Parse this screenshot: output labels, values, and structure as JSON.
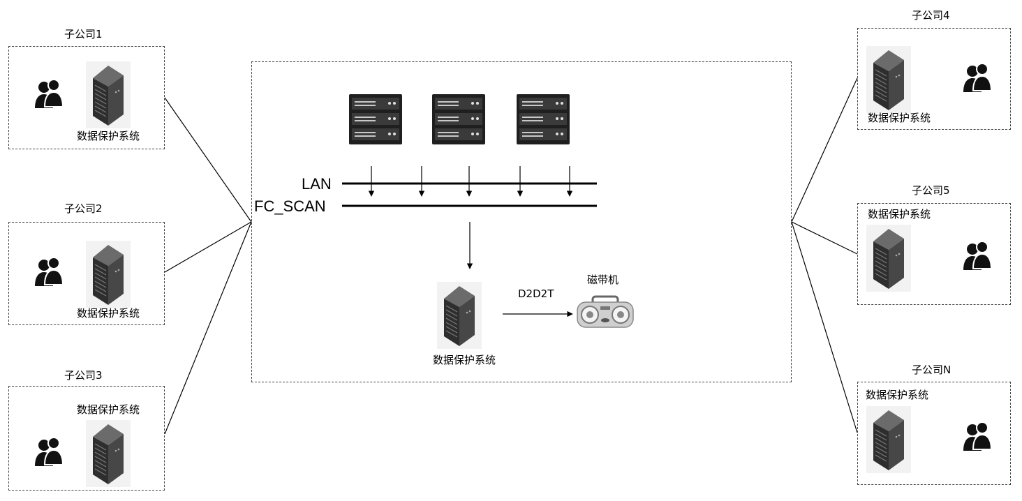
{
  "subsidiaries": {
    "s1": {
      "title": "子公司1",
      "system_label": "数据保护系统"
    },
    "s2": {
      "title": "子公司2",
      "system_label": "数据保护系统"
    },
    "s3": {
      "title": "子公司3",
      "system_label": "数据保护系统"
    },
    "s4": {
      "title": "子公司4",
      "system_label": "数据保护系统"
    },
    "s5": {
      "title": "子公司5",
      "system_label": "数据保护系统"
    },
    "sN": {
      "title": "子公司N",
      "system_label": "数据保护系统"
    }
  },
  "center": {
    "lan_label": "LAN",
    "fc_label": "FC_SCAN",
    "system_label": "数据保护系统",
    "link_label": "D2D2T",
    "tape_label": "磁带机"
  },
  "icons": {
    "users": "users-icon",
    "server_tower": "server-tower-icon",
    "rack_server": "rack-server-icon",
    "tape_drive": "tape-drive-icon"
  },
  "colors": {
    "line": "#000000",
    "server_dark": "#2b2b2b",
    "server_mid": "#555555"
  }
}
